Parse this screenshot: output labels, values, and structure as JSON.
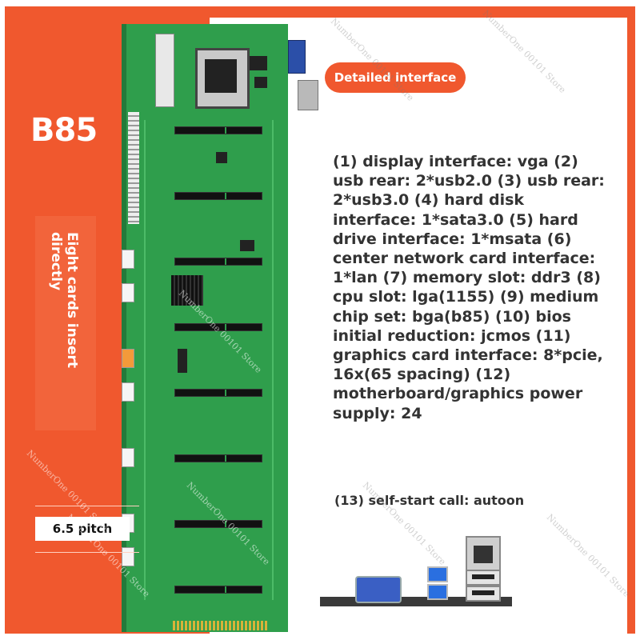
{
  "headline": "B85",
  "side_banner": "Eight cards insert directly",
  "pitch_label": "6.5 pitch",
  "pill_button": "Detailed interface",
  "spec_text": "(1) display interface: vga (2) usb rear: 2*usb2.0 (3) usb rear: 2*usb3.0 (4) hard disk interface: 1*sata3.0 (5) hard drive interface: 1*msata (6) center network card interface: 1*lan (7) memory slot: ddr3 (8) cpu slot: lga(1155) (9) medium chip set: bga(b85) (10) bios initial reduction: jcmos (11) graphics card interface: 8*pcie, 16x(65 spacing) (12) motherboard/graphics power supply: 24",
  "self_start": "(13) self-start call: autoon",
  "watermark": "NumberOne 00101 Store",
  "colors": {
    "accent": "#f0582e",
    "board": "#2f9e4c",
    "text": "#333333"
  }
}
